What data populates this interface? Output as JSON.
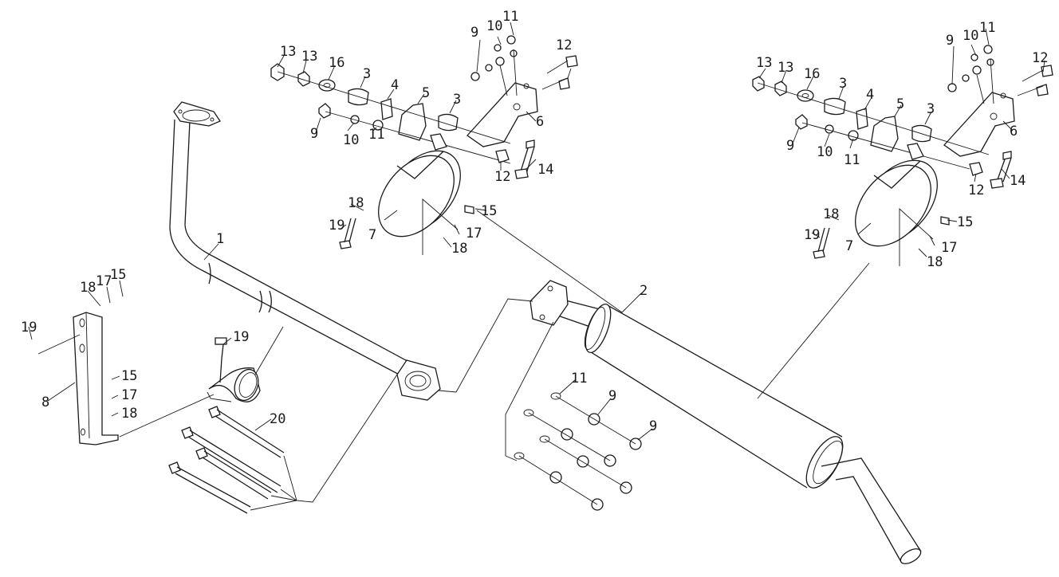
{
  "diagram": {
    "labels": {
      "L1": "1",
      "L2": "2",
      "L3a": "3",
      "L3b": "3",
      "L3c": "3",
      "L3d": "3",
      "L4a": "4",
      "L4b": "4",
      "L5a": "5",
      "L5b": "5",
      "L6a": "6",
      "L6b": "6",
      "L7a": "7",
      "L7b": "7",
      "L8": "8",
      "L9a": "9",
      "L9b": "9",
      "L9c": "9",
      "L9d": "9",
      "L9e": "9",
      "L9f": "9",
      "L10a": "10",
      "L10b": "10",
      "L10c": "10",
      "L10d": "10",
      "L11a": "11",
      "L11b": "11",
      "L11c": "11",
      "L11d": "11",
      "L11e": "11",
      "L12a": "12",
      "L12b": "12",
      "L12c": "12",
      "L12d": "12",
      "L13a": "13",
      "L13b": "13",
      "L13c": "13",
      "L13d": "13",
      "L14a": "14",
      "L14b": "14",
      "L15a": "15",
      "L15b": "15",
      "L15c": "15",
      "L15d": "15",
      "L16a": "16",
      "L16b": "16",
      "L17a": "17",
      "L17b": "17",
      "L17c": "17",
      "L17d": "17",
      "L18a": "18",
      "L18b": "18",
      "L18c": "18",
      "L18d": "18",
      "L18e": "18",
      "L18f": "18",
      "L19a": "19",
      "L19b": "19",
      "L19c": "19",
      "L19d": "19",
      "L20": "20"
    }
  }
}
